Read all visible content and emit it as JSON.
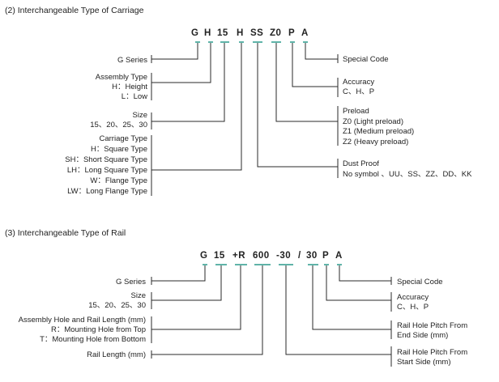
{
  "carriage": {
    "title": "(2) Interchangeable Type of Carriage",
    "code_segments": [
      "G",
      "H",
      "15",
      "H",
      "SS",
      "Z0",
      "P",
      "A"
    ],
    "left": {
      "series": "G Series",
      "assembly_title": "Assembly Type",
      "assembly_h": "H：Height",
      "assembly_l": "L：Low",
      "size_title": "Size",
      "size_values": "15、20、25、30",
      "ctype_title": "Carriage Type",
      "ctype_h": "H：Square Type",
      "ctype_sh": "SH：Short Square Type",
      "ctype_lh": "LH：Long Square Type",
      "ctype_w": "W：Flange Type",
      "ctype_lw": "LW：Long Flange Type"
    },
    "right": {
      "special": "Special Code",
      "accuracy_title": "Accuracy",
      "accuracy_values": "C、H、P",
      "preload_title": "Preload",
      "preload_z0": "Z0 (Light preload)",
      "preload_z1": "Z1 (Medium preload)",
      "preload_z2": "Z2 (Heavy preload)",
      "dust_title": "Dust Proof",
      "dust_values": "No symbol 、UU、SS、ZZ、DD、KK"
    }
  },
  "rail": {
    "title": "(3) Interchangeable Type of Rail",
    "code_segments": [
      "G",
      "15",
      "+R",
      "600",
      "-30",
      "/",
      "30",
      "P",
      "A"
    ],
    "left": {
      "series": "G Series",
      "size_title": "Size",
      "size_values": "15、20、25、30",
      "hole_title": "Assembly Hole and Rail Length (mm)",
      "hole_r": "R：Mounting Hole from Top",
      "hole_t": "T：Mounting Hole from Bottom",
      "length": "Rail Length (mm)"
    },
    "right": {
      "special": "Special Code",
      "accuracy_title": "Accuracy",
      "accuracy_values": "C、H、P",
      "end_pitch_1": "Rail Hole Pitch From",
      "end_pitch_2": "End Side (mm)",
      "start_pitch_1": "Rail Hole Pitch From",
      "start_pitch_2": "Start Side (mm)"
    }
  },
  "colors": {
    "tick": "#2a9a8c",
    "line": "#2a2a2a",
    "text": "#222222"
  }
}
